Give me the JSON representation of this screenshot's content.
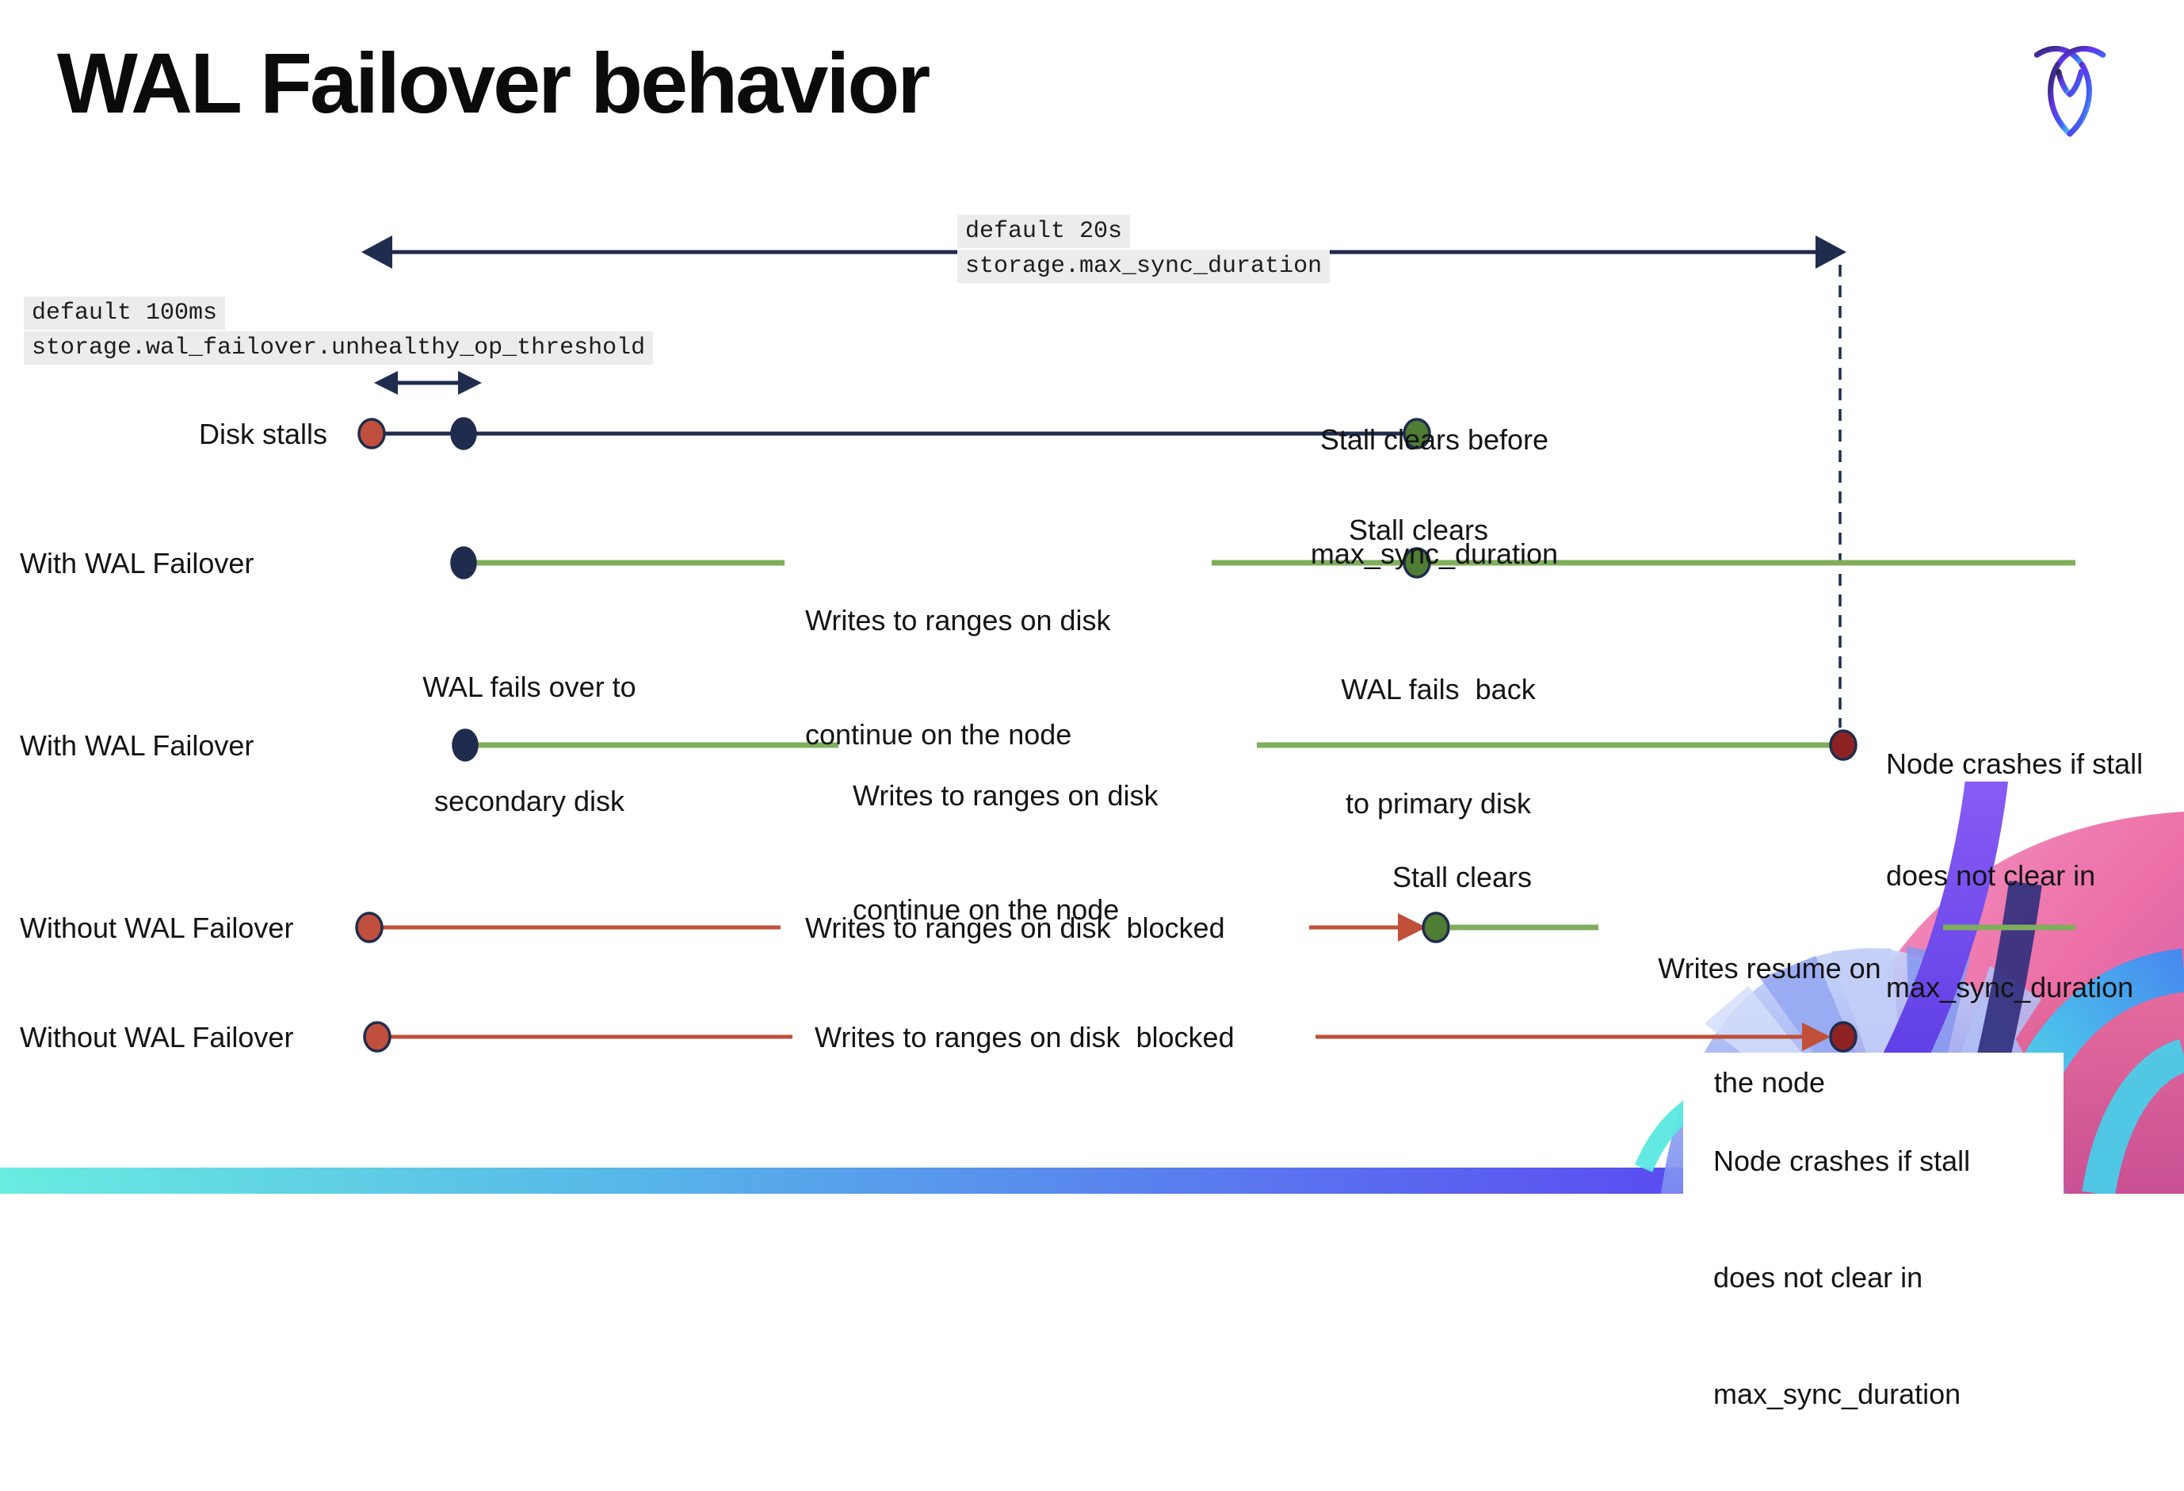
{
  "title": "WAL Failover behavior",
  "logo": {
    "icon": "cockroachdb-roach-logo"
  },
  "config": {
    "max_sync_default": "default 20s",
    "max_sync_setting": "storage.max_sync_duration",
    "op_threshold_default": "default 100ms",
    "op_threshold_setting": "storage.wal_failover.unhealthy_op_threshold"
  },
  "row1": {
    "label": "Disk stalls",
    "stall_clears_line1": "Stall clears before",
    "stall_clears_line2": "max_sync_duration"
  },
  "row2": {
    "label": "With WAL Failover",
    "failover_line1": "WAL fails over to",
    "failover_line2": "secondary disk",
    "writes_line1": "Writes to ranges on disk",
    "writes_line2": "continue on the node",
    "stall_clears": "Stall clears",
    "failback_line1": "WAL fails  back",
    "failback_line2": "to primary disk"
  },
  "row3": {
    "label": "With WAL Failover",
    "writes_line1": "Writes to ranges on disk",
    "writes_line2": "continue on the node",
    "crash_line1": "Node crashes if stall",
    "crash_line2": "does not clear in",
    "crash_line3": "max_sync_duration"
  },
  "row4": {
    "label": "Without WAL Failover",
    "writes_blocked": "Writes to ranges on disk  blocked",
    "stall_clears": "Stall clears",
    "resume_line1": "Writes resume on",
    "resume_line2": "the node"
  },
  "row5": {
    "label": "Without WAL Failover",
    "writes_blocked": "Writes to ranges on disk  blocked",
    "crash_line1": "Node crashes if stall",
    "crash_line2": "does not clear in",
    "crash_line3": "max_sync_duration"
  },
  "colors": {
    "navy": "#1f2c4e",
    "green_line": "#7fae5b",
    "green_dot": "#4e7d33",
    "red_line": "#c0503a",
    "red_dot": "#c14f3e",
    "dark_red_dot": "#8e2222",
    "code_highlight_bg": "#ececec",
    "bar_teal": "#68ece0",
    "bar_purple": "#5c33f2"
  }
}
